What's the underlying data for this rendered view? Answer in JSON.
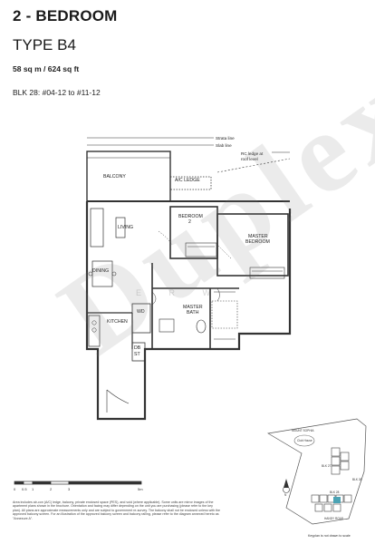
{
  "header": {
    "title": "2 - BEDROOM",
    "type": "TYPE B4",
    "area": "58 sq m / 624 sq ft",
    "block": "BLK 28: #04-12 to #11-12"
  },
  "rooms": {
    "balcony": "BALCONY",
    "ac_ledge": "A/C LEDGE",
    "living": "LIVING",
    "dining": "DINING",
    "kitchen": "KITCHEN",
    "wd": "WD",
    "db_st_1": "DB",
    "db_st_2": "ST",
    "bedroom2_1": "BEDROOM",
    "bedroom2_2": "2",
    "master_bedroom_1": "MASTER",
    "master_bedroom_2": "BEDROOM",
    "master_bath_1": "MASTER",
    "master_bath_2": "BATH"
  },
  "annotations": {
    "strata_line": "Strata line",
    "slab_line": "Slab line",
    "rc_ledge_1": "RC ledge at",
    "rc_ledge_2": "roof level"
  },
  "scale": {
    "labels": [
      "0",
      "0.5",
      "1",
      "2",
      "3",
      "5m"
    ]
  },
  "disclaimer": "Area includes air-con (A/C) ledge, balcony, private enclosed space (PES), and void (where applicable). Some units are mirror images of the apartment plans shown in the brochure. Orientation and facing may differ depending on the unit you are purchasing (please refer to the key plan). All plans are approximate measurements only and are subject to government re-survey. The balcony shall not be enclosed unless with the approved balcony screen. For an illustration of the approved balcony screen and balcony railing, please refer to the diagram annexed hereto as \"Annexure A\".",
  "keyplan": {
    "label": "Keyplan is not drawn to scale",
    "road_1": "MOUNT SOPHIA",
    "road_2": "HANDY ROAD",
    "club": "Club House",
    "blk_a": "BLK 27",
    "blk_b": "BLK 28",
    "blk_c": "BLK 26",
    "north": "N"
  },
  "watermark": "Duplex",
  "watermark_sub": "E  R         W"
}
